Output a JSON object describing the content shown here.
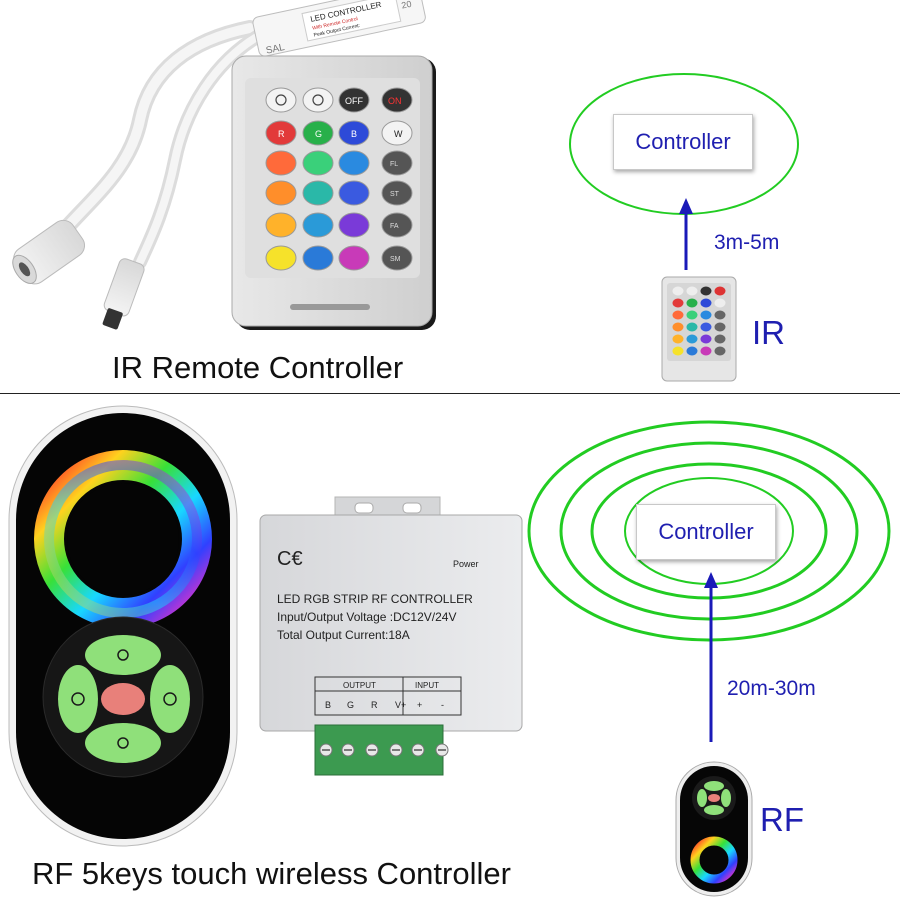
{
  "top_panel": {
    "caption": "IR Remote Controller",
    "diagram_box_label": "Controller",
    "range_label": "3m-5m",
    "remote_type_label": "IR",
    "receiver_module": {
      "label_line1": "LED CONTROLLER",
      "label_line2": "With Remote Control",
      "label_line3": "Peak Output Current:",
      "side_text": "SAL",
      "end_text": "20"
    },
    "remote_buttons_top": [
      "OFF",
      "ON"
    ],
    "remote_color_letters": [
      "R",
      "G",
      "B",
      "W"
    ],
    "remote_function_labels": [
      "FL",
      "ST",
      "FA",
      "SM"
    ]
  },
  "bottom_panel": {
    "caption": "RF 5keys touch wireless Controller",
    "diagram_box_label": "Controller",
    "range_label": "20m-30m",
    "remote_type_label": "RF",
    "rf_controller_box": {
      "marks": "C€",
      "power_label": "Power",
      "line1": "LED RGB STRIP RF CONTROLLER",
      "line2": "Input/Output Voltage :DC12V/24V",
      "line3": "Total Output Current:18A",
      "output_header": "OUTPUT",
      "input_header": "INPUT",
      "terminals": [
        "B",
        "G",
        "R",
        "V+",
        "+",
        "-"
      ]
    }
  },
  "colors": {
    "ring_green": "#22cc22",
    "arrow_blue": "#1a1ab8",
    "label_blue": "#1f1fb0"
  }
}
